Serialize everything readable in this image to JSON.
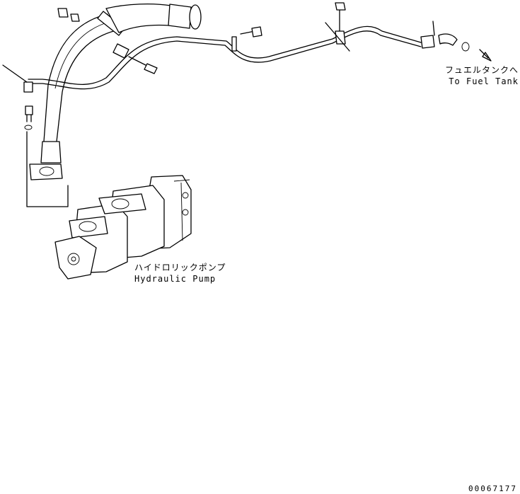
{
  "labels": {
    "to_fuel_tank_jp": "フュエルタンクへ",
    "to_fuel_tank_en": "To Fuel Tank",
    "hydraulic_pump_jp": "ハイドロリックポンプ",
    "hydraulic_pump_en": "Hydraulic Pump",
    "drawing_code": "00067177"
  }
}
